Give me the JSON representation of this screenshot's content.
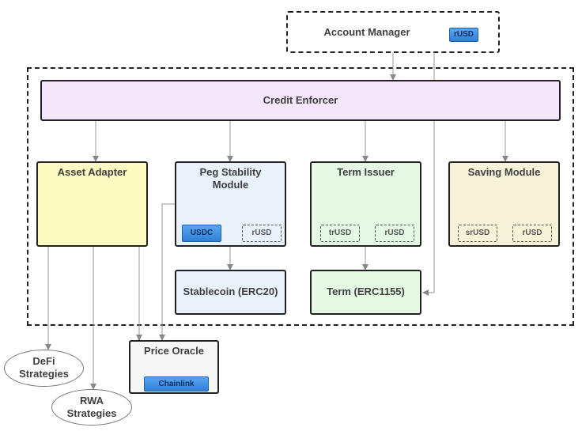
{
  "nodes": {
    "account_manager": {
      "label": "Account Manager",
      "token": "rUSD"
    },
    "credit_enforcer": {
      "label": "Credit Enforcer"
    },
    "asset_adapter": {
      "label": "Asset Adapter"
    },
    "peg_stability_module": {
      "label": "Peg Stability\nModule",
      "tokens": [
        "USDC",
        "rUSD"
      ]
    },
    "term_issuer": {
      "label": "Term Issuer",
      "tokens": [
        "trUSD",
        "rUSD"
      ]
    },
    "saving_module": {
      "label": "Saving Module",
      "tokens": [
        "srUSD",
        "rUSD"
      ]
    },
    "stablecoin": {
      "label": "Stablecoin (ERC20)"
    },
    "term": {
      "label": "Term (ERC1155)"
    },
    "price_oracle": {
      "label": "Price Oracle",
      "token": "Chainlink"
    },
    "defi_strategies": {
      "label": "DeFi\nStrategies"
    },
    "rwa_strategies": {
      "label": "RWA\nStrategies"
    }
  },
  "colors": {
    "credit_enforcer_fill": "#f4e6fb",
    "asset_adapter_fill": "#fdfbc2",
    "psm_fill": "#e9f1fb",
    "term_issuer_fill": "#e4f8e4",
    "saving_module_fill": "#f8f3d8",
    "stablecoin_fill": "#e9f1fb",
    "term_fill": "#e4f8e4",
    "price_oracle_fill": "#f6f6f6",
    "token_blue": "#3f8fe6"
  }
}
